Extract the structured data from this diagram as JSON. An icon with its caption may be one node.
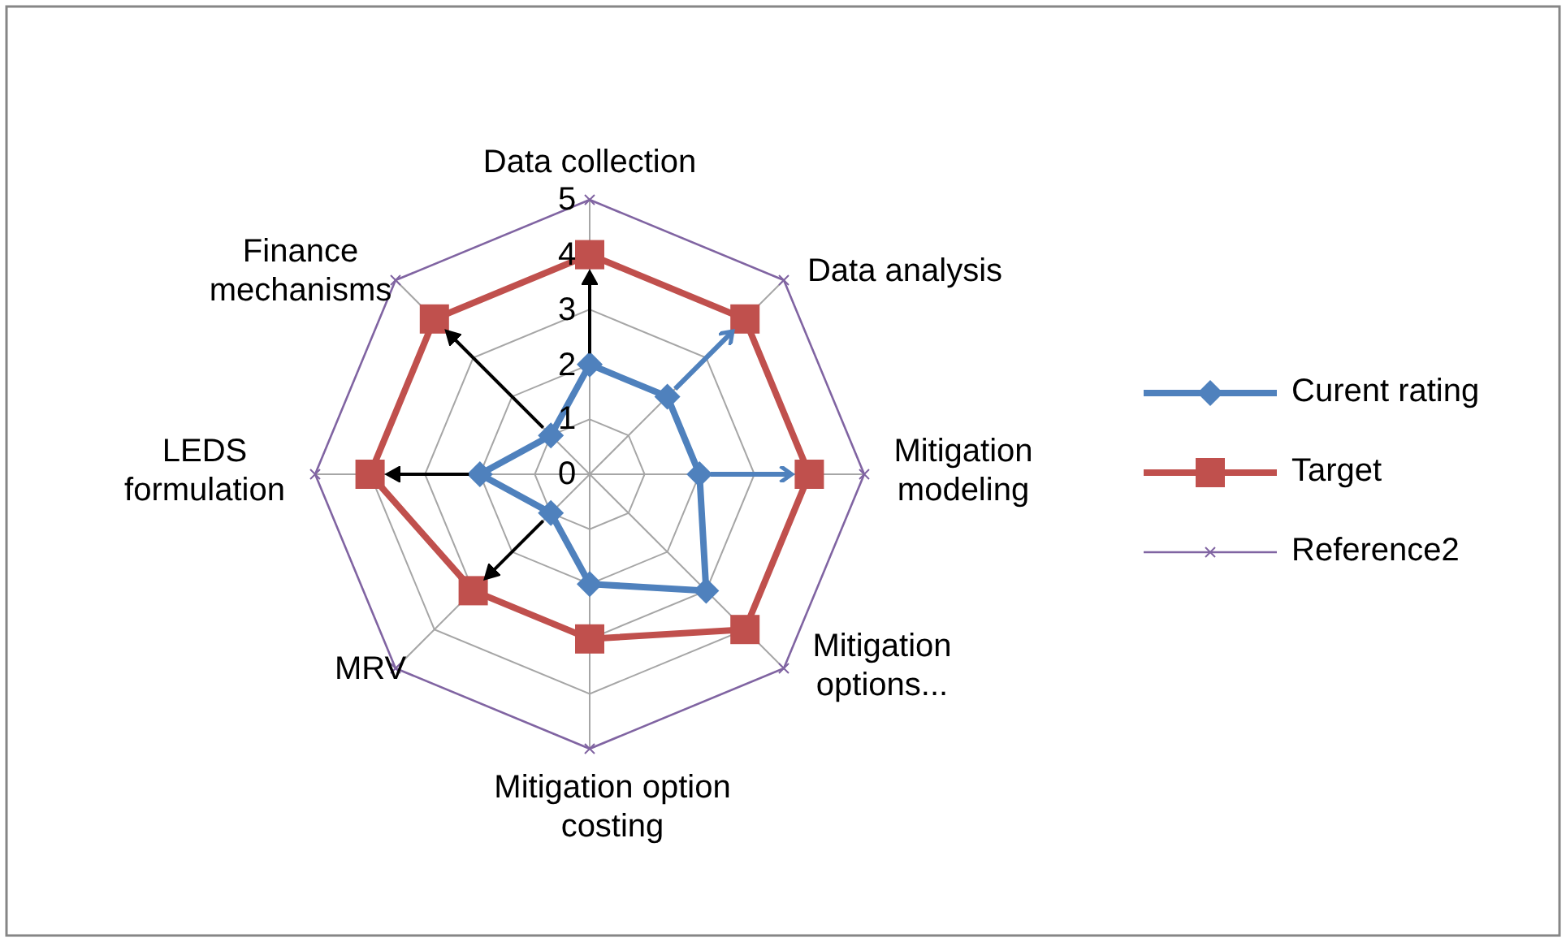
{
  "diagram": {
    "labels": [
      "Data collection",
      "5",
      "Finance mechanisms",
      "4",
      "Data analysis",
      "3",
      "2",
      "1",
      "LEDS formulation",
      "0",
      "Mitigation modeling",
      "Mitigation options...",
      "MRV",
      "Mitigation option costing"
    ],
    "legend": [
      {
        "text": "Curent rating"
      },
      {
        "text": "Target"
      },
      {
        "text": "Reference2"
      }
    ]
  }
}
